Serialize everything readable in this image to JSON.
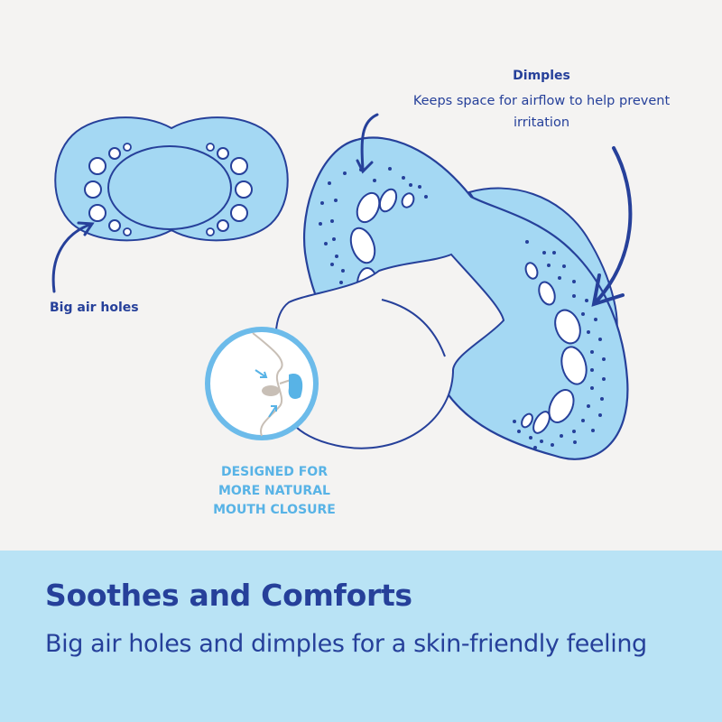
{
  "colors": {
    "background": "#f4f3f2",
    "band": "#b9e3f5",
    "navy": "#26409a",
    "light_blue_fill": "#a4d8f3",
    "accent_blue": "#58b3e6"
  },
  "annotations": {
    "dimples": {
      "title": "Dimples",
      "description": "Keeps space for airflow to help prevent irritation"
    },
    "air_holes": {
      "title": "Big air holes"
    },
    "mouth_closure": {
      "lines": [
        "DESIGNED FOR",
        "MORE NATURAL",
        "MOUTH CLOSURE"
      ]
    }
  },
  "footer": {
    "title": "Soothes and Comforts",
    "description": "Big air holes and dimples for a skin-friendly feeling"
  }
}
